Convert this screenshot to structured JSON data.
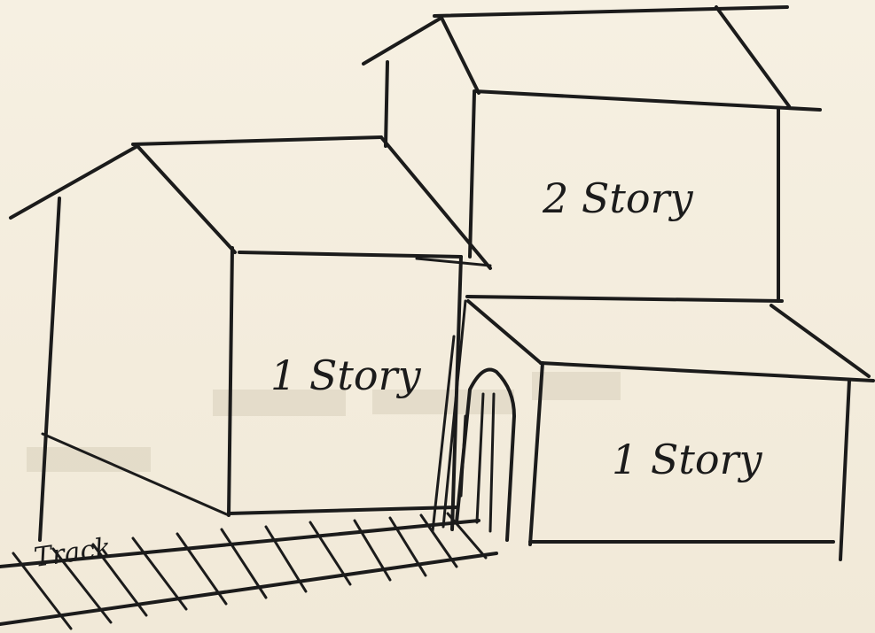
{
  "labels": {
    "left_building": "1 Story",
    "upper_building": "2 Story",
    "right_building": "1 Story",
    "track": "Track"
  },
  "colors": {
    "paper": "#f3ecdd",
    "ink": "#1b1b1b"
  }
}
